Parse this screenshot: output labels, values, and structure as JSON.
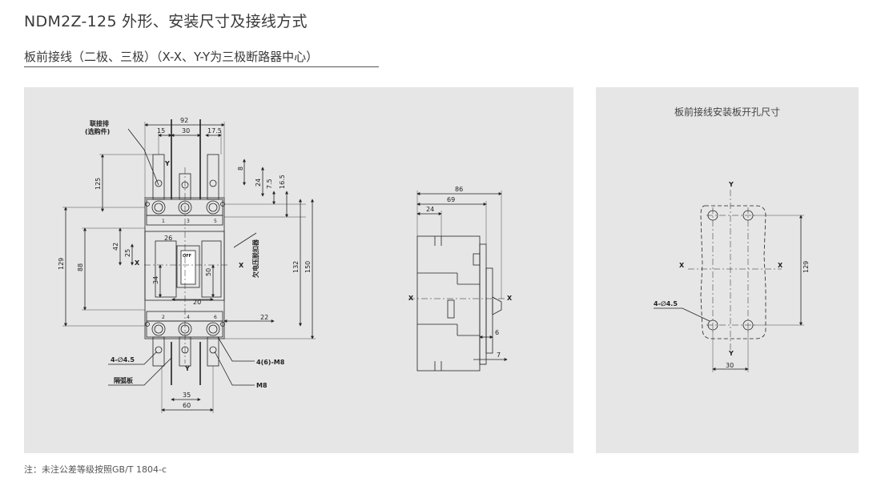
{
  "header": {
    "title": "NDM2Z-125 外形、安装尺寸及接线方式",
    "subtitle": "板前接线（二极、三极）（X-X、Y-Y为三极断路器中心）"
  },
  "front_view": {
    "dims": {
      "w92": "92",
      "w15": "15",
      "w30": "30",
      "w17_5": "17.5",
      "h125": "125",
      "h8": "8",
      "h24": "24",
      "h7_5": "7.5",
      "h16_5": "16.5",
      "h129": "129",
      "h88": "88",
      "h42": "42",
      "h25": "25",
      "h26": "26",
      "h34": "34",
      "h50": "50",
      "h132": "132",
      "h150": "150",
      "w20": "20",
      "w22": "22",
      "w35": "35",
      "w60": "60"
    },
    "labels": {
      "busbar": "联接排",
      "busbar_opt": "(选购件)",
      "undervoltage": "欠电压脱扣器",
      "holes": "4-∅4.5",
      "arc_plate": "隔弧板",
      "screw_m8a": "4(6)-M8",
      "screw_m8b": "M8",
      "off": "OFF",
      "axis_x": "X",
      "axis_y": "Y",
      "terms_top": [
        "1",
        "3",
        "5"
      ],
      "terms_bottom": [
        "2",
        "4",
        "6"
      ]
    }
  },
  "side_view": {
    "dims": {
      "d86": "86",
      "d69": "69",
      "d24": "24",
      "d6": "6",
      "d7": "7"
    },
    "axis_x": "X"
  },
  "mount_view": {
    "caption": "板前接线安装板开孔尺寸",
    "holes": "4-∅4.5",
    "d129": "129",
    "d30": "30",
    "axis_x": "X",
    "axis_y": "Y"
  },
  "footnote": "注：未注公差等级按照GB/T 1804-c"
}
